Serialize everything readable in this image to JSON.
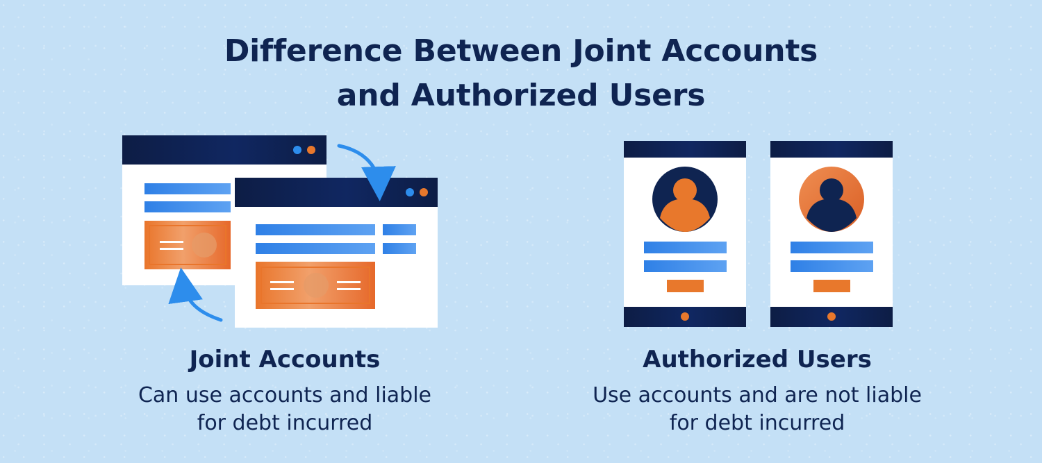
{
  "title": {
    "line1": "Difference Between Joint Accounts",
    "line2": "and Authorized Users"
  },
  "joint": {
    "heading": "Joint Accounts",
    "desc_line1": "Can use accounts and liable",
    "desc_line2": "for debt incurred",
    "icon": "two-linked-browser-windows-icon"
  },
  "authorized": {
    "heading": "Authorized Users",
    "desc_line1": "Use accounts and are not liable",
    "desc_line2": "for debt incurred",
    "icon": "two-phone-profile-cards-icon"
  },
  "colors": {
    "background": "#c4e0f6",
    "navy": "#0f2451",
    "blue": "#2f80e6",
    "light_blue": "#5ea2f2",
    "orange": "#e8782c",
    "white": "#ffffff"
  }
}
